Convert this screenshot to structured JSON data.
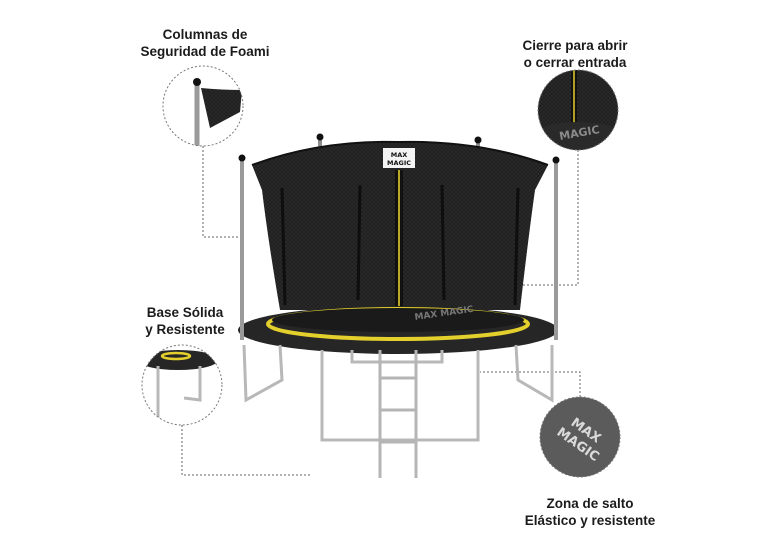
{
  "callouts": {
    "foam_columns": {
      "line1": "Columnas de",
      "line2": "Seguridad de Foami"
    },
    "zipper": {
      "line1": "Cierre para abrir",
      "line2": "o cerrar entrada"
    },
    "base": {
      "line1": "Base Sólida",
      "line2": "y Resistente"
    },
    "jump_zone": {
      "line1": "Zona de salto",
      "line2": "Elástico y resistente"
    }
  },
  "brand": {
    "logo_top": "MAX",
    "logo_bottom": "MAGIC"
  },
  "colors": {
    "net": "#1c1c1c",
    "pad": "#262626",
    "accent": "#e4d02c",
    "pole": "#9a9a9a",
    "mat_gray": "#5b5b5b"
  }
}
